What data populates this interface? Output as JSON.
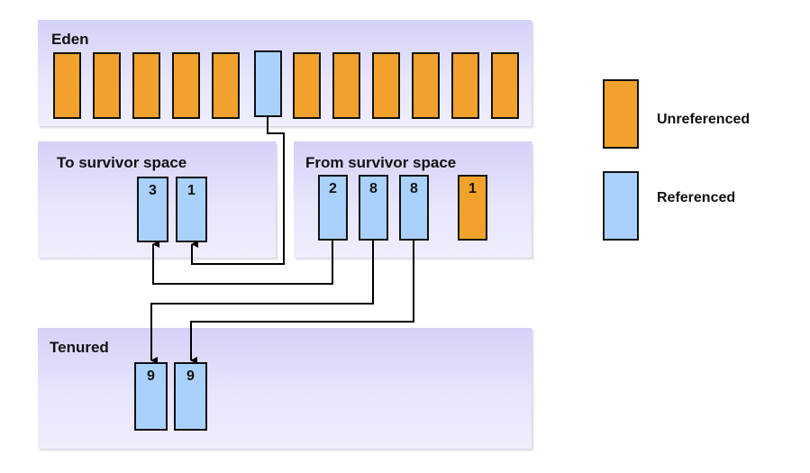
{
  "diagram": {
    "eden": {
      "label": "Eden"
    },
    "to_survivor": {
      "label": "To survivor  space",
      "blocks": [
        "3",
        "1"
      ]
    },
    "from_survivor": {
      "label": "From survivor  space",
      "blocks": [
        "2",
        "8",
        "8",
        "1"
      ]
    },
    "tenured": {
      "label": "Tenured",
      "blocks": [
        "9",
        "9"
      ]
    }
  },
  "legend": {
    "unreferenced": {
      "label": "Unreferenced",
      "color": "#f0a22c"
    },
    "referenced": {
      "label": "Referenced",
      "color": "#a9d1fb"
    }
  },
  "colors": {
    "region_fill": "#dcdaf9",
    "arrow": "#000000"
  }
}
